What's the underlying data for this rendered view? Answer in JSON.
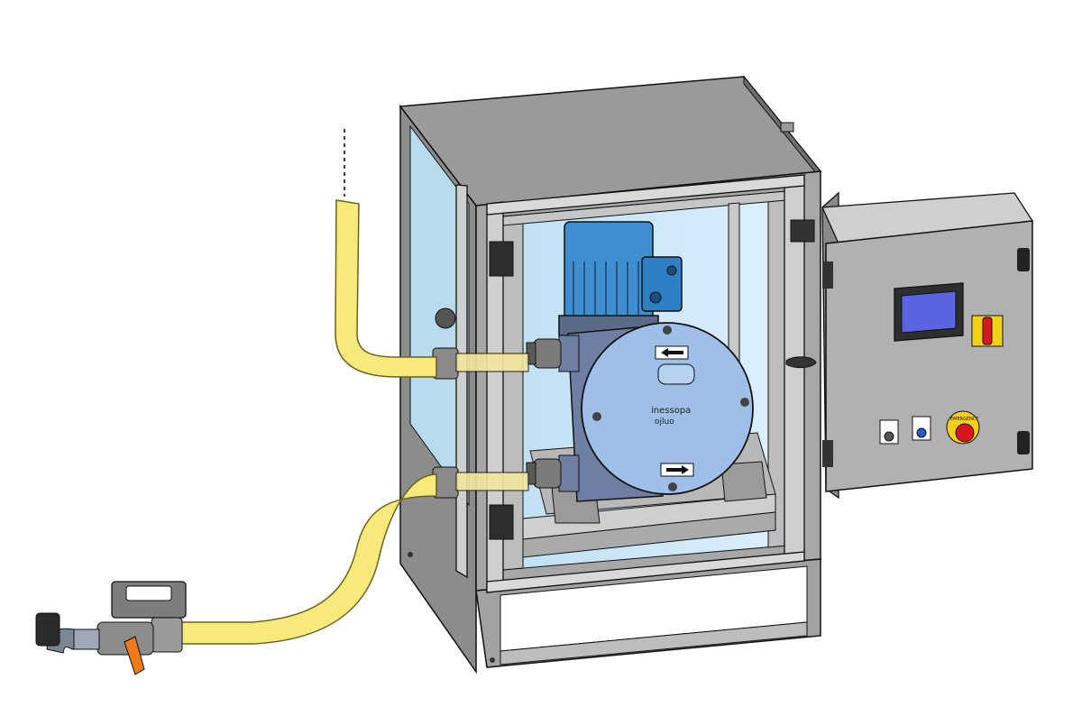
{
  "pump_label": {
    "brand_line1": "inessopa",
    "brand_line2": "ojluo"
  },
  "control_panel": {
    "emergency_label": "EMERGENCY",
    "display_color": "#5a63e0"
  },
  "colors": {
    "cabinet": "#a7a7a7",
    "cabinet_dark": "#7b7b7b",
    "glass": "#c9e6f6",
    "motor": "#3f8fd0",
    "pump_head": "#9dbfe8",
    "hose": "#f7e97a",
    "hose_outline": "#6b6120",
    "panel_box": "#b1b1b1",
    "valve_handle": "#f07a1a",
    "isolator_yellow": "#f3d11a",
    "isolator_red": "#d9161b"
  }
}
